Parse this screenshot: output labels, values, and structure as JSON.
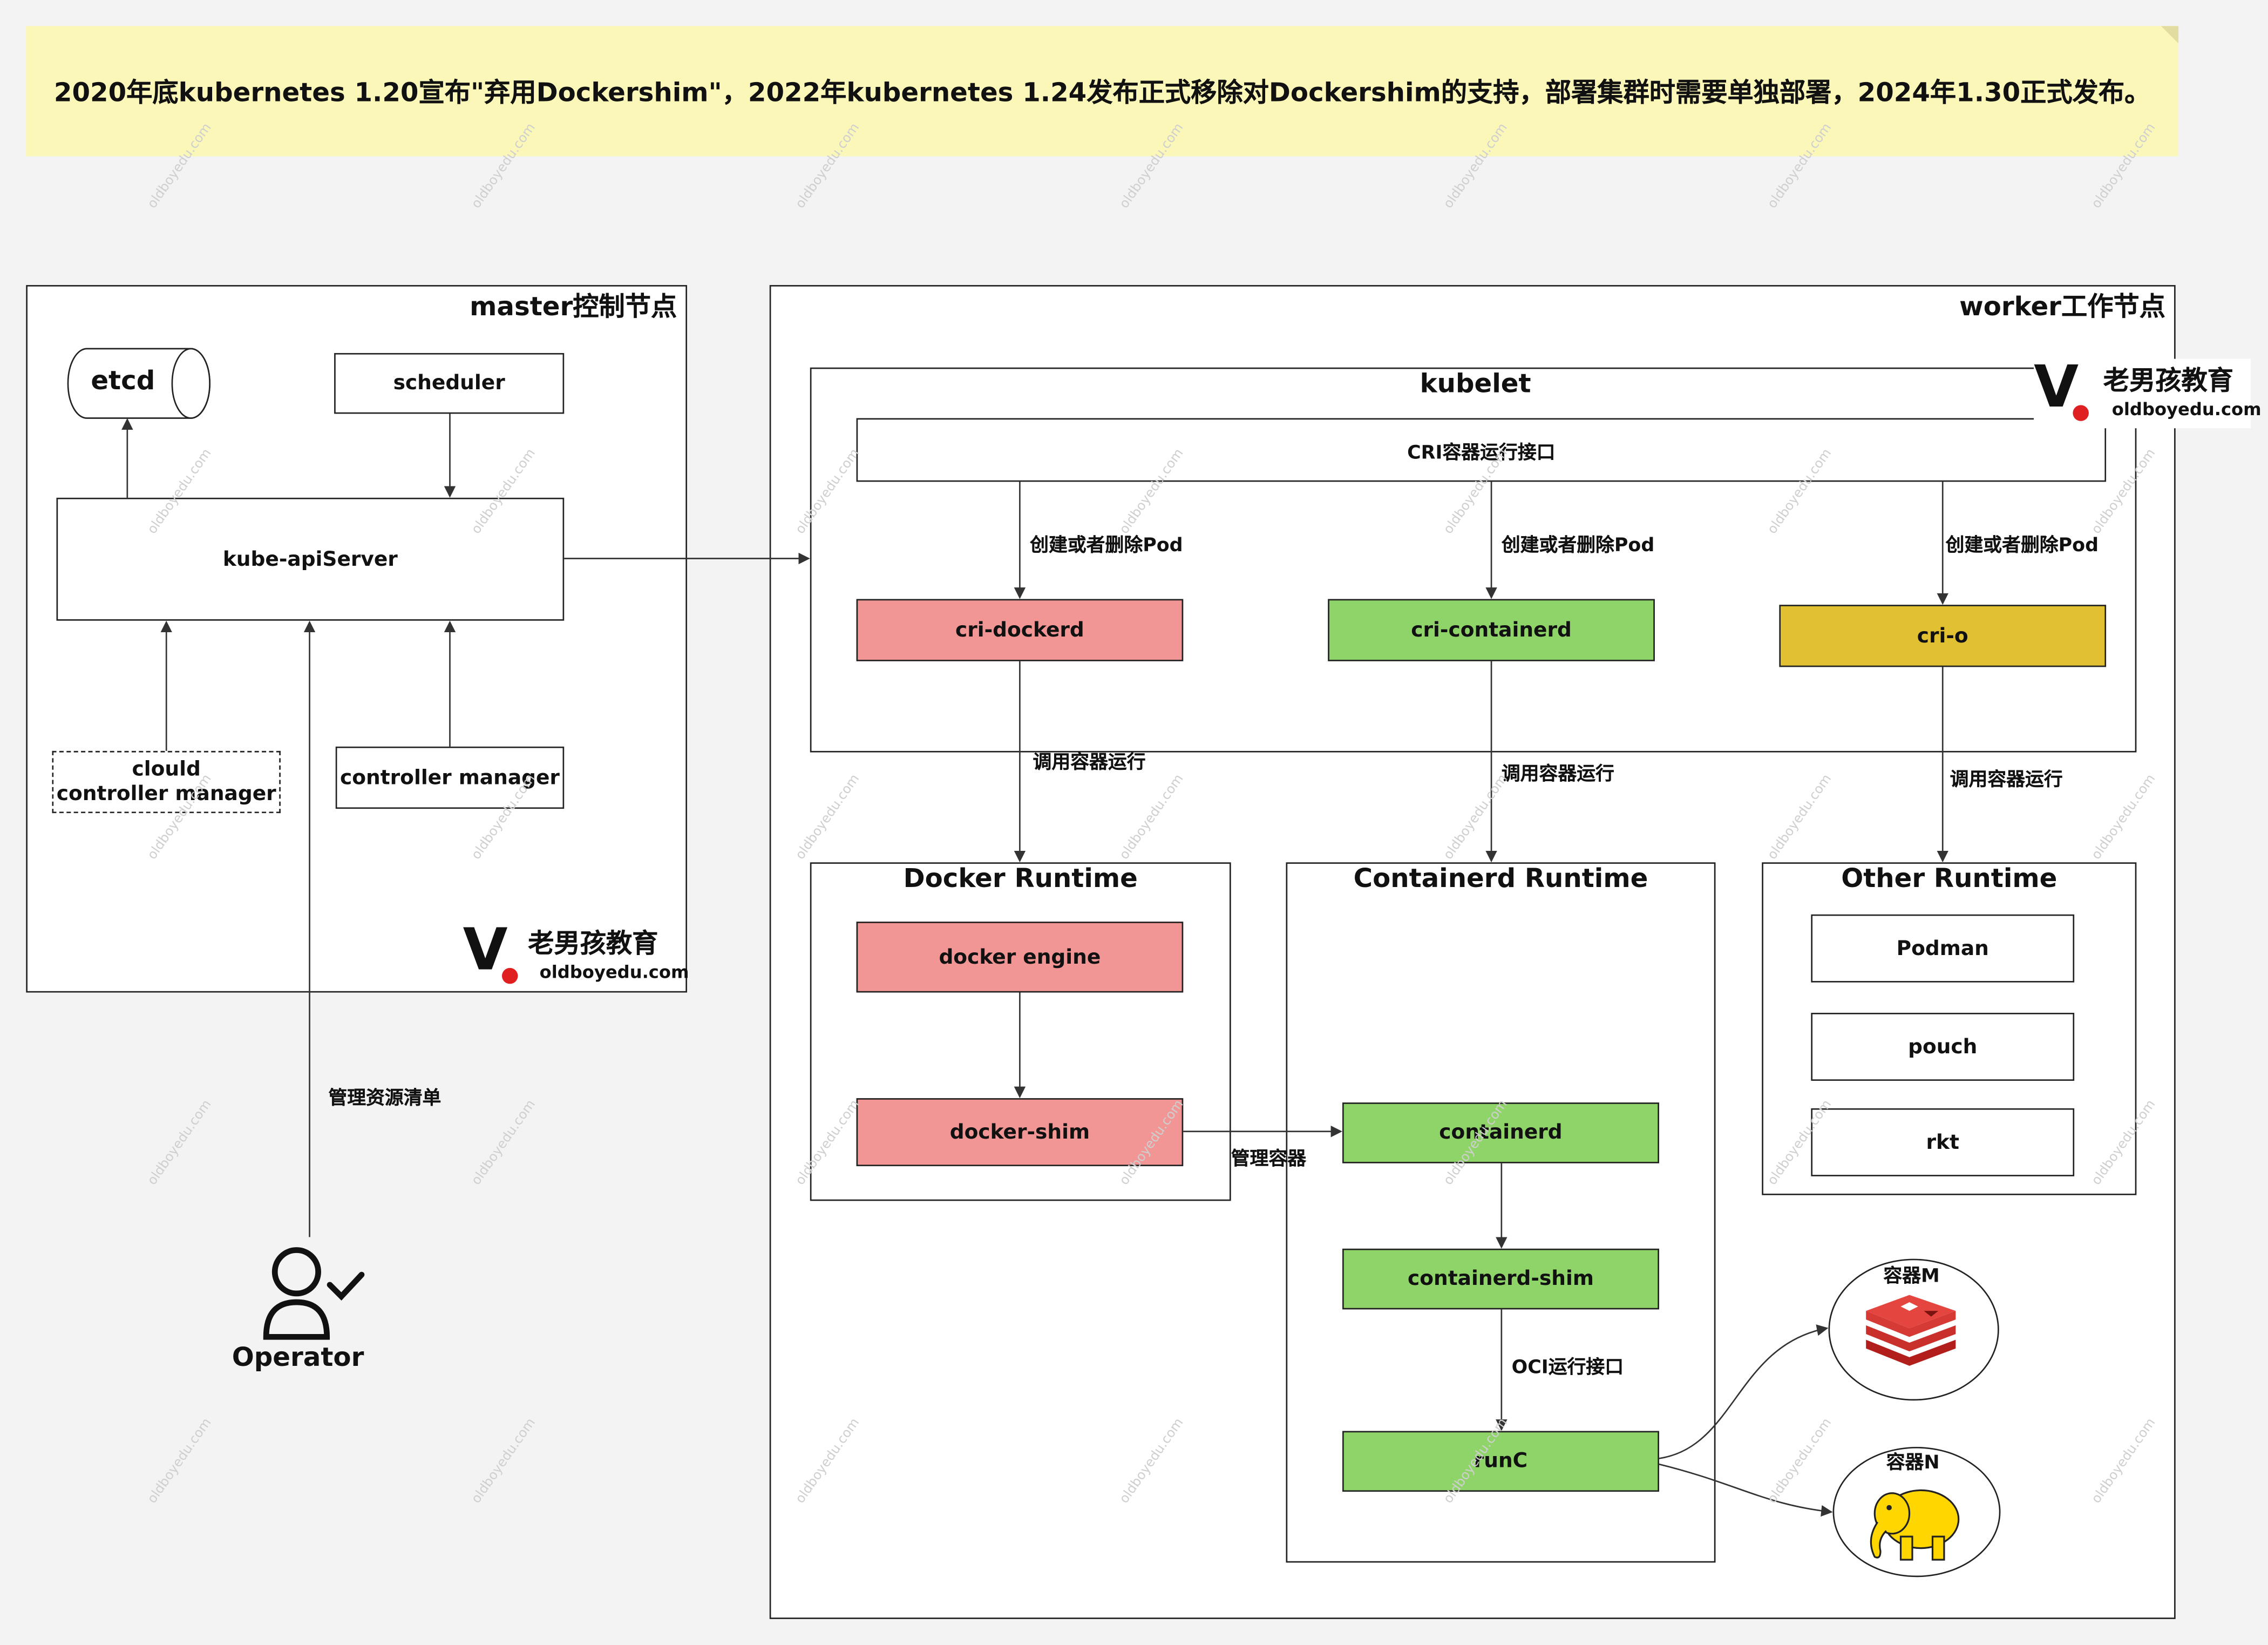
{
  "note": "2020年底kubernetes 1.20宣布\"弃用Dockershim\"，2022年kubernetes 1.24发布正式移除对Dockershim的支持，部署集群时需要单独部署，2024年1.30正式发布。",
  "master": {
    "title": "master控制节点",
    "etcd": "etcd",
    "scheduler": "scheduler",
    "apiserver": "kube-apiServer",
    "cloud_cm_line1": "clould",
    "cloud_cm_line2": "controller manager",
    "controller_manager": "controller manager"
  },
  "worker": {
    "title": "worker工作节点",
    "kubelet": "kubelet",
    "cri": "CRI容器运行接口",
    "create_delete_pod": "创建或者删除Pod",
    "call_runtime": "调用容器运行",
    "cri_dockerd": "cri-dockerd",
    "cri_containerd": "cri-containerd",
    "cri_o": "cri-o",
    "docker_runtime": {
      "title": "Docker Runtime",
      "engine": "docker engine",
      "shim": "docker-shim"
    },
    "containerd_runtime": {
      "title": "Containerd Runtime",
      "containerd": "containerd",
      "shim": "containerd-shim",
      "oci": "OCI运行接口",
      "runc": "runC"
    },
    "other_runtime": {
      "title": "Other Runtime",
      "items": [
        "Podman",
        "pouch",
        "rkt"
      ]
    },
    "manage_container": "管理容器",
    "container_m": "容器M",
    "container_n": "容器N"
  },
  "operator": {
    "label": "Operator",
    "manage_resources": "管理资源清单"
  },
  "logo": {
    "cn": "老男孩教育",
    "en": "oldboyedu.com"
  },
  "watermark": "oldboyedu.com",
  "colors": {
    "note_bg": "#fbf7b8",
    "red": "#f19595",
    "green": "#8fd468",
    "gold": "#e1c131"
  }
}
